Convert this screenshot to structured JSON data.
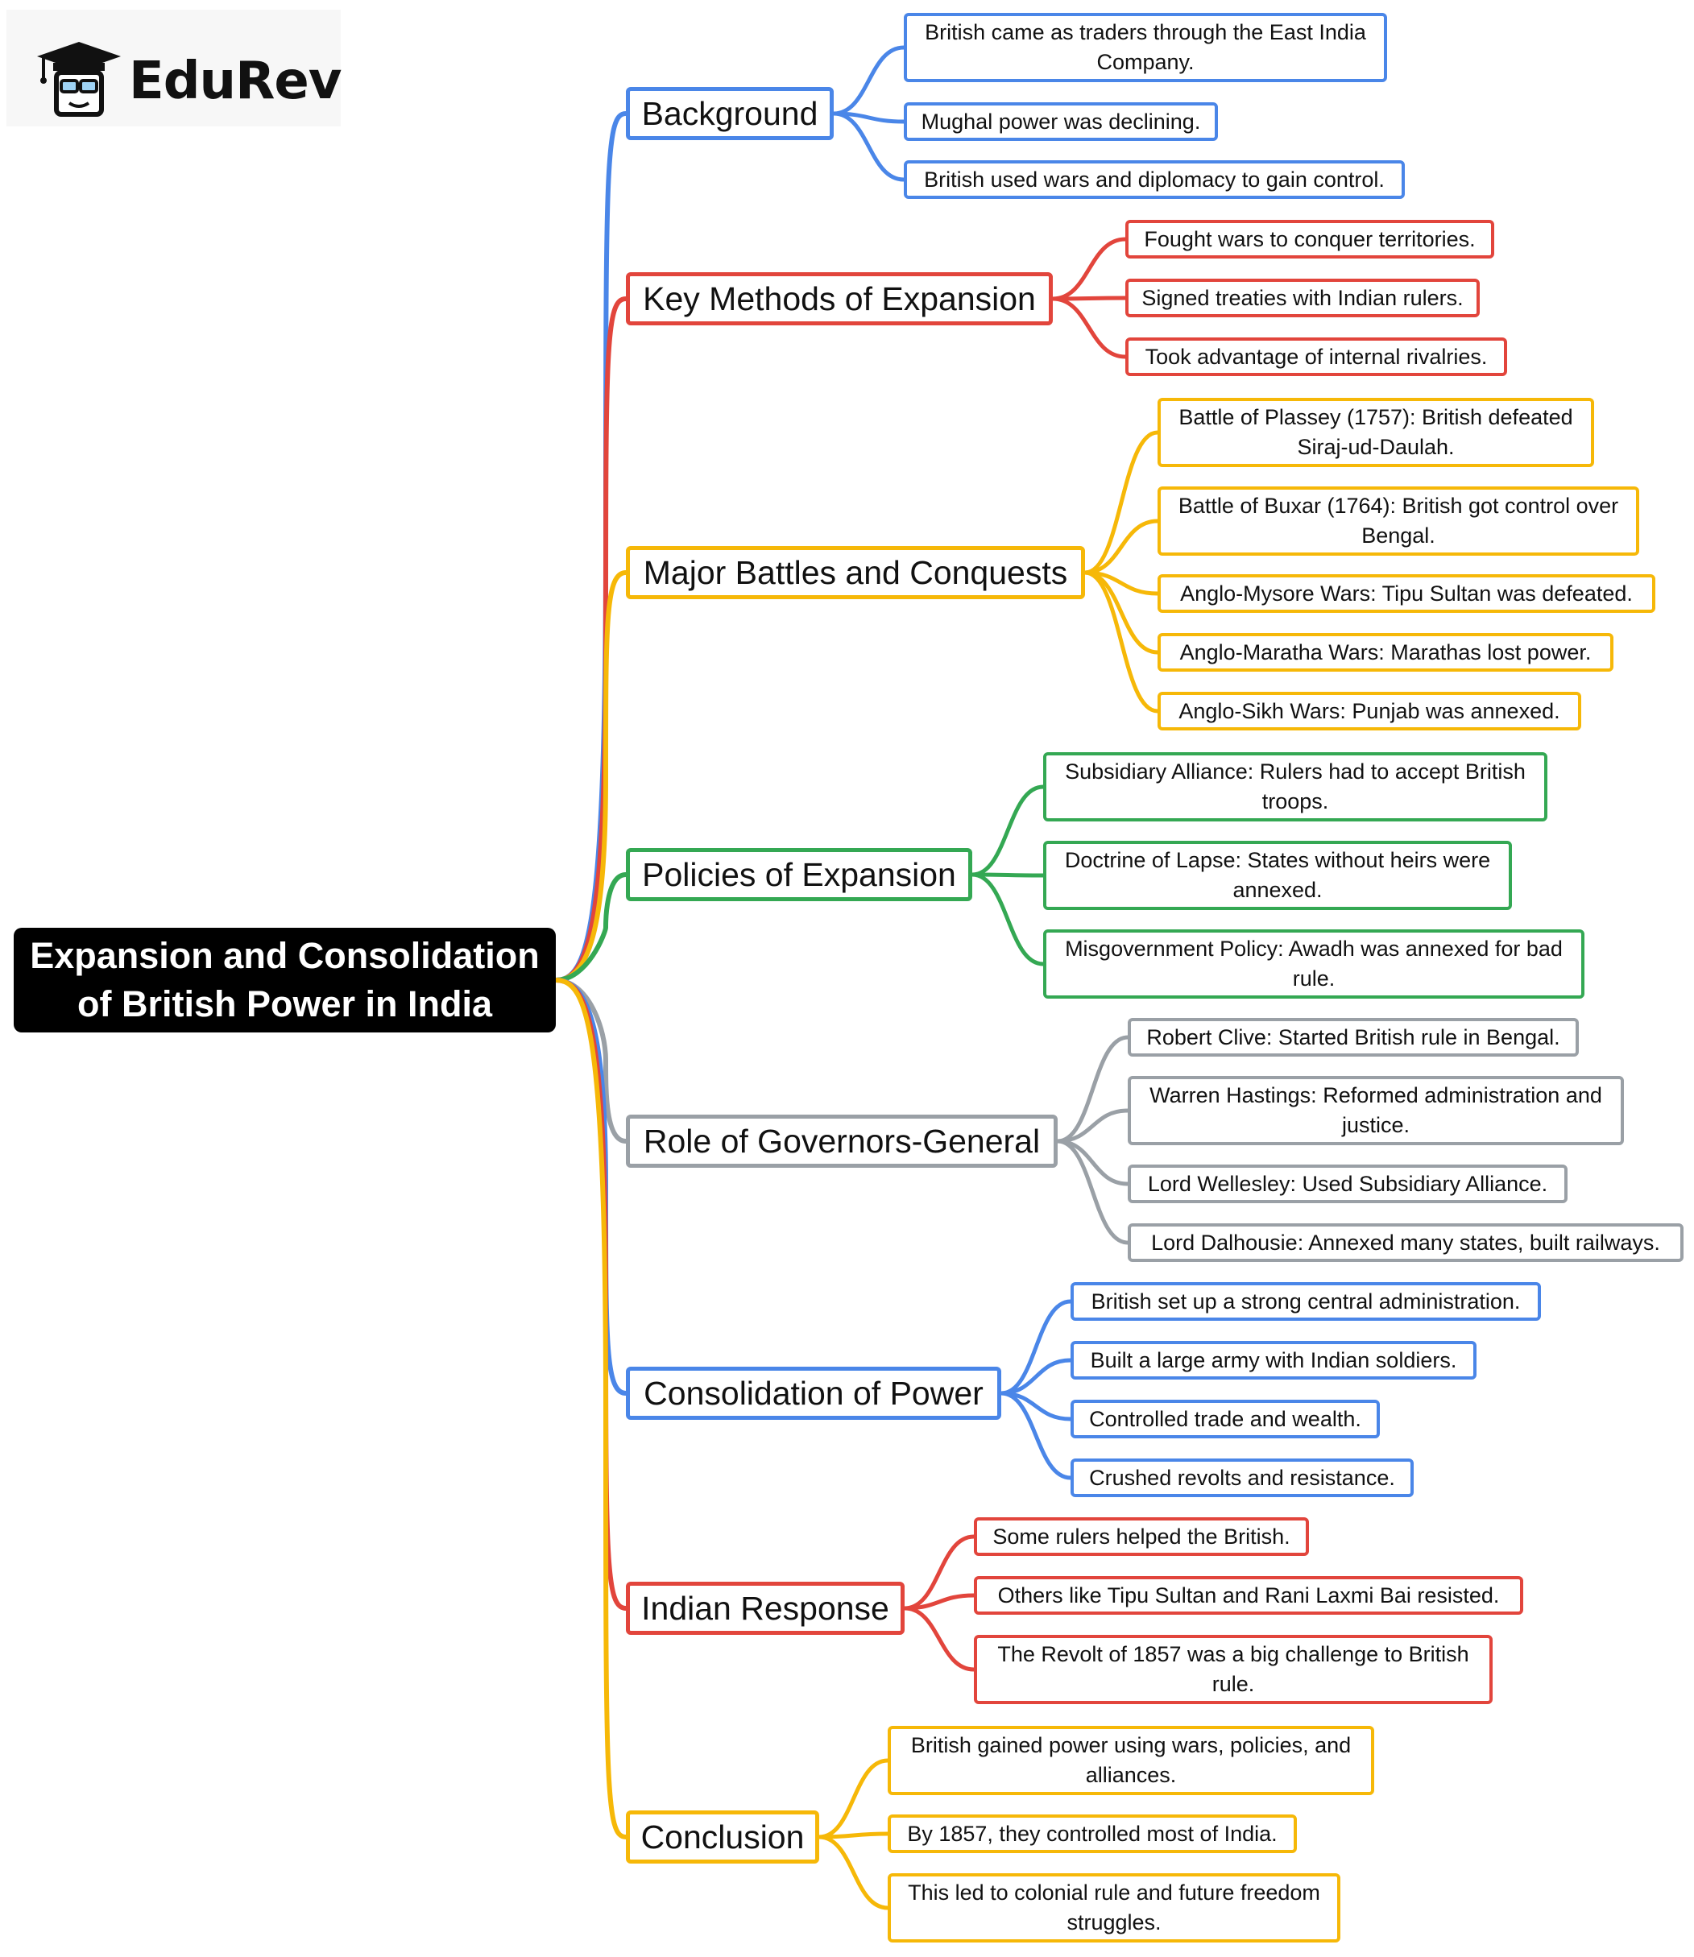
{
  "brand": {
    "name": "EduRev"
  },
  "root": {
    "title": "Expansion and Consolidation of British Power in India"
  },
  "colors": {
    "blue": "#4a86e8",
    "red": "#e2453c",
    "yellow": "#f6b808",
    "green": "#34a853",
    "gray": "#9aa0a6"
  },
  "branches": [
    {
      "title": "Background",
      "color": "blue",
      "items": [
        "British came as traders through the East India Company.",
        "Mughal power was declining.",
        "British used wars and diplomacy to gain control."
      ]
    },
    {
      "title": "Key Methods of Expansion",
      "color": "red",
      "items": [
        "Fought wars to conquer territories.",
        "Signed treaties with Indian rulers.",
        "Took advantage of internal rivalries."
      ]
    },
    {
      "title": "Major Battles and Conquests",
      "color": "yellow",
      "items": [
        "Battle of Plassey (1757): British defeated Siraj-ud-Daulah.",
        "Battle of Buxar (1764): British got control over Bengal.",
        "Anglo-Mysore Wars: Tipu Sultan was defeated.",
        "Anglo-Maratha Wars: Marathas lost power.",
        "Anglo-Sikh Wars: Punjab was annexed."
      ]
    },
    {
      "title": "Policies of Expansion",
      "color": "green",
      "items": [
        "Subsidiary Alliance: Rulers had to accept British troops.",
        "Doctrine of Lapse: States without heirs were annexed.",
        "Misgovernment Policy: Awadh was annexed for bad rule."
      ]
    },
    {
      "title": "Role of Governors-General",
      "color": "gray",
      "items": [
        "Robert Clive: Started British rule in Bengal.",
        "Warren Hastings: Reformed administration and justice.",
        "Lord Wellesley: Used Subsidiary Alliance.",
        "Lord Dalhousie: Annexed many states, built railways."
      ]
    },
    {
      "title": "Consolidation of Power",
      "color": "blue",
      "items": [
        "British set up a strong central administration.",
        "Built a large army with Indian soldiers.",
        "Controlled trade and wealth.",
        "Crushed revolts and resistance."
      ]
    },
    {
      "title": "Indian Response",
      "color": "red",
      "items": [
        "Some rulers helped the British.",
        "Others like Tipu Sultan and Rani Laxmi Bai resisted.",
        "The Revolt of 1857 was a big challenge to British rule."
      ]
    },
    {
      "title": "Conclusion",
      "color": "yellow",
      "items": [
        "British gained power using wars, policies, and alliances.",
        "By 1857, they controlled most of India.",
        "This led to colonial rule and future freedom struggles."
      ]
    }
  ]
}
